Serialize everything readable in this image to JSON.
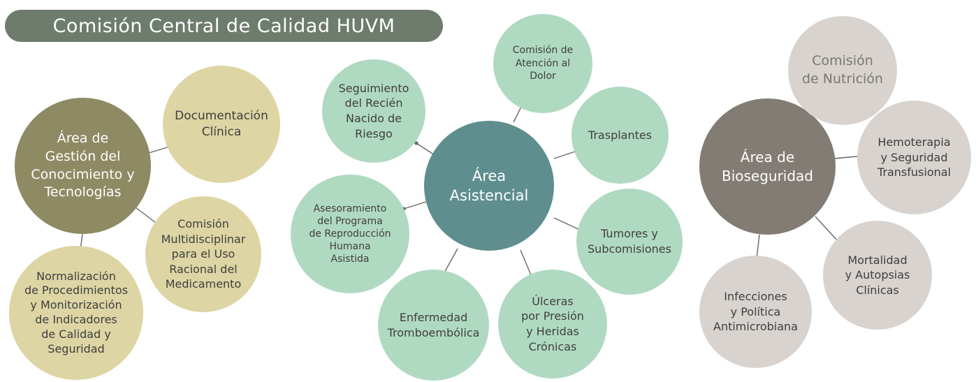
{
  "title": "Comisión Central de Calidad HUVM",
  "colors": {
    "title_bg": "#6e7c6d",
    "gestion_hub": "#8e8a63",
    "gestion_sat": "#ddd5a3",
    "asistencial_hub": "#5f8e8e",
    "asistencial_sat": "#b0d9c2",
    "bioseguridad_hub": "#827c74",
    "bioseguridad_sat": "#d8d3ce",
    "link": "#666666",
    "sat_text": "#3f3f3f",
    "nutricion_text": "#7a7670"
  },
  "areas": {
    "gestion": {
      "hub": "Área de\nGestión del\nConocimiento y\nTecnologías",
      "documentacion": "Documentación\nClínica",
      "medicamento": "Comisión\nMultidisciplinar\npara el Uso\nRacional del\nMedicamento",
      "normalizacion": "Normalización\nde Procedimientos\ny Monitorización\nde Indicadores\nde Calidad y\nSeguridad"
    },
    "asistencial": {
      "hub": "Área\nAsistencial",
      "dolor": "Comisión de\nAtención al\nDolor",
      "recien_nacido": "Seguimiento\ndel Recién\nNacido de\nRiesgo",
      "trasplantes": "Trasplantes",
      "reproduccion": "Asesoramiento\ndel Programa\nde Reproducción\nHumana\nAsistida",
      "tumores": "Tumores y\nSubcomisiones",
      "tromboembolica": "Enfermedad\nTromboembólica",
      "ulceras": "Úlceras\npor Presión\ny Heridas\nCrónicas"
    },
    "bioseguridad": {
      "hub": "Área de\nBioseguridad",
      "nutricion": "Comisión\nde Nutrición",
      "hemoterapia": "Hemoterapia\ny Seguridad\nTransfusional",
      "mortalidad": "Mortalidad\ny Autopsias\nClínicas",
      "infecciones": "Infecciones\ny Política\nAntimicrobiana"
    }
  }
}
